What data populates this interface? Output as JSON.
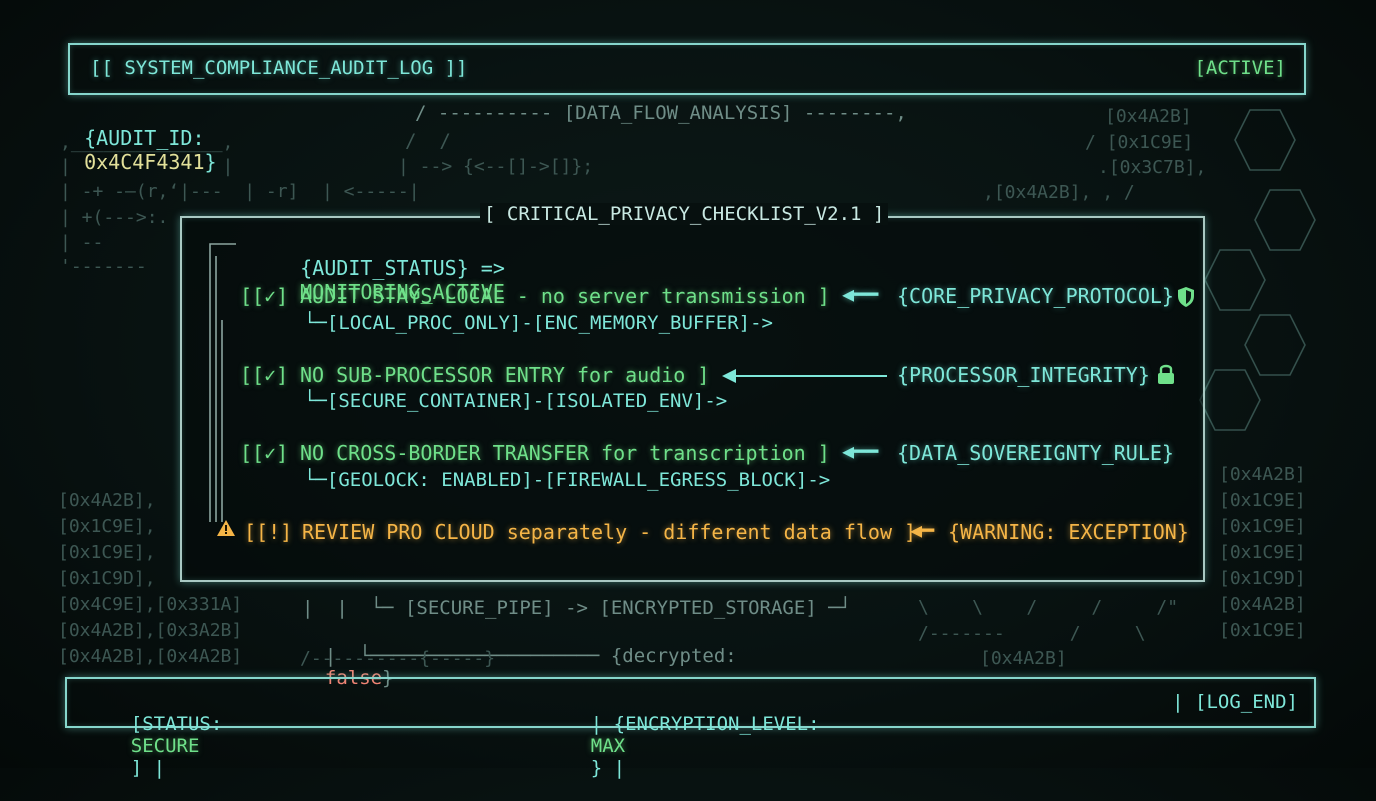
{
  "header": {
    "title": "[[ SYSTEM_COMPLIANCE_AUDIT_LOG ]]",
    "state": "[ACTIVE]"
  },
  "audit_id": {
    "label": "{AUDIT_ID:",
    "value": "0x4C4F4341",
    "close": "}"
  },
  "data_flow": {
    "title": "/ ---------- [DATA_FLOW_ANALYSIS] --------,",
    "line2": "/  /",
    "line3": "| --> {<--[]->[]};",
    "line4": "| <-----|"
  },
  "hex_topright": [
    "[0x4A2B]",
    "/ [0x1C9E]",
    ".[0x3C7B],",
    ",[0x4A2B], , /"
  ],
  "left_deco": [
    ",______________,",
    "|              |",
    "| -+ -—(r,‘|---  | -r]",
    "| +(--->:.",
    "| --",
    "'-------"
  ],
  "hex_left": [
    "[0x4A2B],",
    "[0x1C9E],",
    "[0x1C9E],",
    "[0x1C9D],",
    "[0x4C9E],[0x331A]",
    "[0x4A2B],[0x3A2B]",
    "[0x4A2B],[0x4A2B]"
  ],
  "hex_right": [
    "[0x4A2B]",
    "[0x1C9E]",
    "[0x1C9E]",
    "[0x1C9E]",
    "[0x1C9D]",
    "[0x4A2B]",
    "[0x1C9E]"
  ],
  "checklist": {
    "title": "[ CRITICAL_PRIVACY_CHECKLIST_V2.1 ]",
    "audit_status_label": "{AUDIT_STATUS} =>",
    "audit_status_value": "MONITORING_ACTIVE",
    "items": [
      {
        "mark": "[[✓]",
        "text": "AUDIT STAYS LOCAL - no server transmission ]",
        "sub": "└─[LOCAL_PROC_ONLY]-[ENC_MEMORY_BUFFER]->",
        "tag": "{CORE_PRIVACY_PROTOCOL}",
        "icon": "shield-icon"
      },
      {
        "mark": "[[✓]",
        "text": "NO SUB-PROCESSOR ENTRY for audio ]",
        "sub": "└─[SECURE_CONTAINER]-[ISOLATED_ENV]->",
        "tag": "{PROCESSOR_INTEGRITY}",
        "icon": "lock-icon"
      },
      {
        "mark": "[[✓]",
        "text": "NO CROSS-BORDER TRANSFER for transcription ]",
        "sub": "└─[GEOLOCK: ENABLED]-[FIREWALL_EGRESS_BLOCK]->",
        "tag": "{DATA_SOVEREIGNTY_RULE}",
        "icon": "arrow-icon"
      }
    ],
    "warning": {
      "mark": "[[!]",
      "text": "REVIEW PRO CLOUD separately - different data flow ]",
      "tag": "{WARNING: EXCEPTION}",
      "icon": "warning-icon"
    }
  },
  "pipe": {
    "line1": "|  |  └─ [SECURE_PIPE] -> [ENCRYPTED_STORAGE] ─┘",
    "line2_prefix": "|  └──────────────────── {decrypted:",
    "line2_value": "false",
    "line2_suffix": "}",
    "line3": "/----------{-----}"
  },
  "bottom_right_deco": [
    "\\    \\    /     /     /\"",
    "/-------      /     \\",
    "[0x4A2B]"
  ],
  "footer": {
    "status_label": "[STATUS:",
    "status_value": "SECURE",
    "status_close": "] |",
    "enc_label": "| {ENCRYPTION_LEVEL:",
    "enc_value": "MAX",
    "enc_close": "} |",
    "log_end": "| [LOG_END]"
  },
  "colors": {
    "accent_cyan": "#7ee7d9",
    "ok_green": "#6fe08a",
    "warn_amber": "#f5b547",
    "false_red": "#ef8273"
  }
}
